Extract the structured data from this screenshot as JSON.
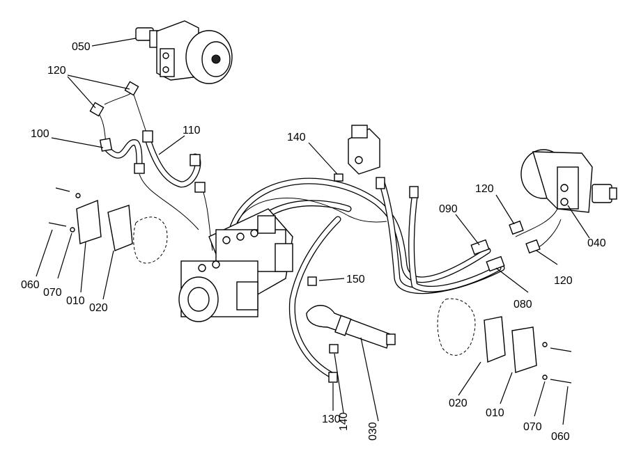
{
  "callouts": [
    {
      "id": "050",
      "text": "050"
    },
    {
      "id": "120a",
      "text": "120"
    },
    {
      "id": "100",
      "text": "100"
    },
    {
      "id": "110",
      "text": "110"
    },
    {
      "id": "140a",
      "text": "140"
    },
    {
      "id": "120b",
      "text": "120"
    },
    {
      "id": "090",
      "text": "090"
    },
    {
      "id": "040",
      "text": "040"
    },
    {
      "id": "120c",
      "text": "120"
    },
    {
      "id": "080",
      "text": "080"
    },
    {
      "id": "150",
      "text": "150"
    },
    {
      "id": "060a",
      "text": "060"
    },
    {
      "id": "070a",
      "text": "070"
    },
    {
      "id": "010a",
      "text": "010"
    },
    {
      "id": "020a",
      "text": "020"
    },
    {
      "id": "130",
      "text": "130"
    },
    {
      "id": "140b",
      "text": "140"
    },
    {
      "id": "030",
      "text": "030"
    },
    {
      "id": "020b",
      "text": "020"
    },
    {
      "id": "010b",
      "text": "010"
    },
    {
      "id": "070b",
      "text": "070"
    },
    {
      "id": "060b",
      "text": "060"
    }
  ]
}
